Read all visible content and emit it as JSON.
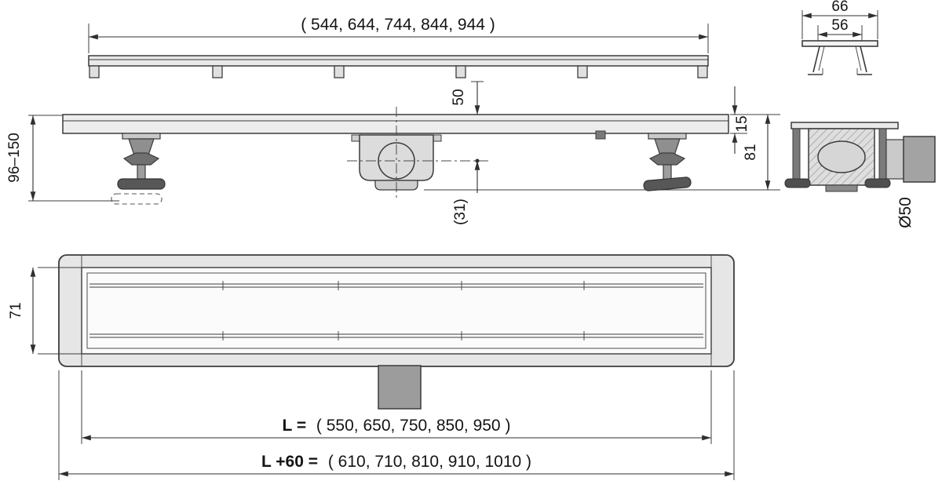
{
  "colors": {
    "line": "#3c3c3c",
    "text": "#141414",
    "fill_light": "#e9e9e9",
    "fill_mid": "#c9c9c9",
    "fill_dark": "#575757",
    "outlet_gray": "#9c9c9c",
    "background": "#ffffff"
  },
  "top_view": {
    "length_series": "( 544, 644, 744, 844, 944 )"
  },
  "front_view": {
    "adjustable_height": "96–150",
    "top_offset": "50",
    "trap_center_depth": "(31)",
    "edge_height": "15",
    "body_height": "81"
  },
  "clip_profile": {
    "outer_width": "66",
    "inner_width": "56"
  },
  "side_view": {
    "outlet_diameter": "Ø50"
  },
  "plan_view": {
    "inner_width": "71",
    "length_label": "L =",
    "length_series": "( 550, 650, 750, 850, 950 )",
    "overall_label": "L +60 =",
    "overall_series": "( 610, 710, 810, 910, 1010 )"
  }
}
